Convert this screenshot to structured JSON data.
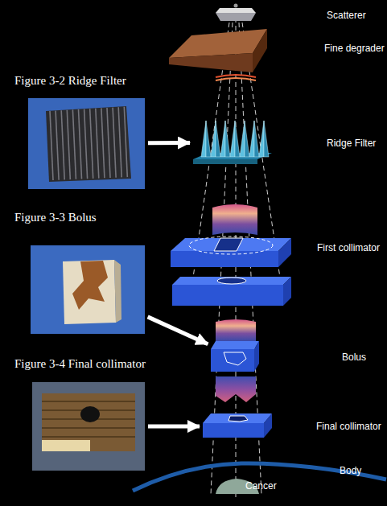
{
  "diagram": {
    "nodes": [
      {
        "text": [
          "Scatterer"
        ]
      },
      {
        "text": [
          "Fine degrader"
        ]
      },
      {
        "text": [
          "Figure 3-2 Ridge Filter"
        ]
      },
      {
        "text": [
          "Ridge Filter"
        ]
      },
      {
        "text": [
          "Figure 3-3 Bolus"
        ]
      },
      {
        "text": [
          "First collimator"
        ]
      },
      {
        "text": [
          "Bolus"
        ]
      },
      {
        "text": [
          "Figure 3-4 Final collimator"
        ]
      },
      {
        "text": [
          "Final collimator"
        ]
      }
    ],
    "edges": [
      {
        "from": 2,
        "to": 3,
        "arrow": "to"
      },
      {
        "from": 4,
        "to": 6,
        "arrow": "to"
      },
      {
        "from": 7,
        "to": 8,
        "arrow": "to"
      }
    ],
    "labels": [
      "Body",
      "Cancer"
    ]
  }
}
